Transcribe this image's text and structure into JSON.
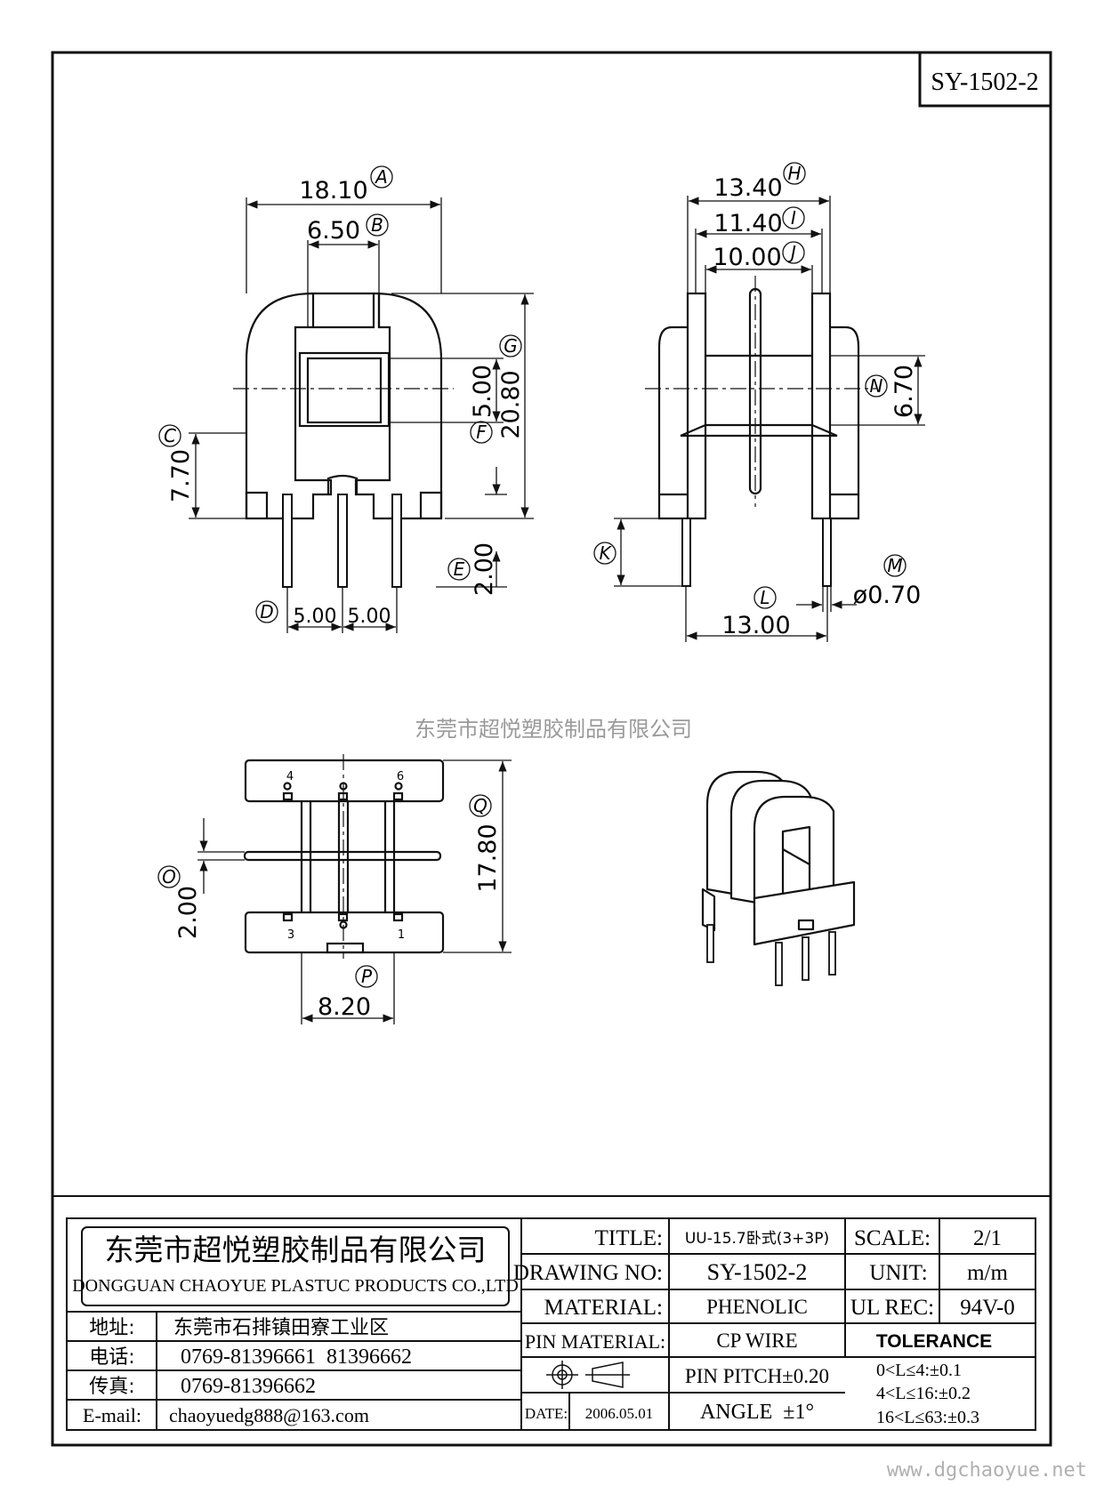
{
  "drawing_code": "SY-1502-2",
  "watermark_company": "东莞市超悦塑胶制品有限公司",
  "watermark_url": "www.dgchaoyue.net",
  "front_view": {
    "dims": {
      "A": "18.10",
      "B": "6.50",
      "C": "7.70",
      "D_left": "5.00",
      "D_right": "5.00",
      "E": "2.00",
      "F": "5.00",
      "G": "20.80"
    },
    "labels": [
      "A",
      "B",
      "C",
      "D",
      "E",
      "F",
      "G"
    ]
  },
  "side_view": {
    "dims": {
      "H": "13.40",
      "I": "11.40",
      "J": "10.00",
      "N": "6.70",
      "L": "13.00",
      "M": "ø0.70"
    },
    "labels": [
      "H",
      "I",
      "J",
      "K",
      "L",
      "M",
      "N"
    ]
  },
  "bottom_view": {
    "dims": {
      "O": "2.00",
      "Q": "17.80",
      "P": "8.20"
    },
    "labels": [
      "O",
      "P",
      "Q"
    ],
    "pin_numbers": [
      "4",
      "6",
      "3",
      "1"
    ]
  },
  "title_block": {
    "company_cn": "东莞市超悦塑胶制品有限公司",
    "company_en": "DONGGUAN CHAOYUE PLASTUC PRODUCTS CO.,LTD",
    "address_label": "地址:",
    "address_value": "东莞市石排镇田寮工业区",
    "tel_label": "电话:",
    "tel_value": "0769-81396661  81396662",
    "fax_label": "传真:",
    "fax_value": "0769-81396662",
    "email_label": "E-mail:",
    "email_value": "chaoyuedg888@163.com",
    "title_label": "TITLE:",
    "title_value": "UU-15.7卧式(3+3P)",
    "drawing_no_label": "DRAWING NO:",
    "drawing_no_value": "SY-1502-2",
    "material_label": "MATERIAL:",
    "material_value": "PHENOLIC",
    "pin_material_label": "PIN MATERIAL:",
    "pin_material_value": "CP WIRE",
    "pin_pitch": "PIN PITCH±0.20",
    "angle": "ANGLE  ±1°",
    "date_label": "DATE:",
    "date_value": "2006.05.01",
    "scale_label": "SCALE:",
    "scale_value": "2/1",
    "unit_label": "UNIT:",
    "unit_value": "m/m",
    "ul_rec_label": "UL REC:",
    "ul_rec_value": "94V-0",
    "tolerance_label": "TOLERANCE",
    "tolerance_lines": [
      "0<L≤4:±0.1",
      "4<L≤16:±0.2",
      "16<L≤63:±0.3"
    ]
  }
}
